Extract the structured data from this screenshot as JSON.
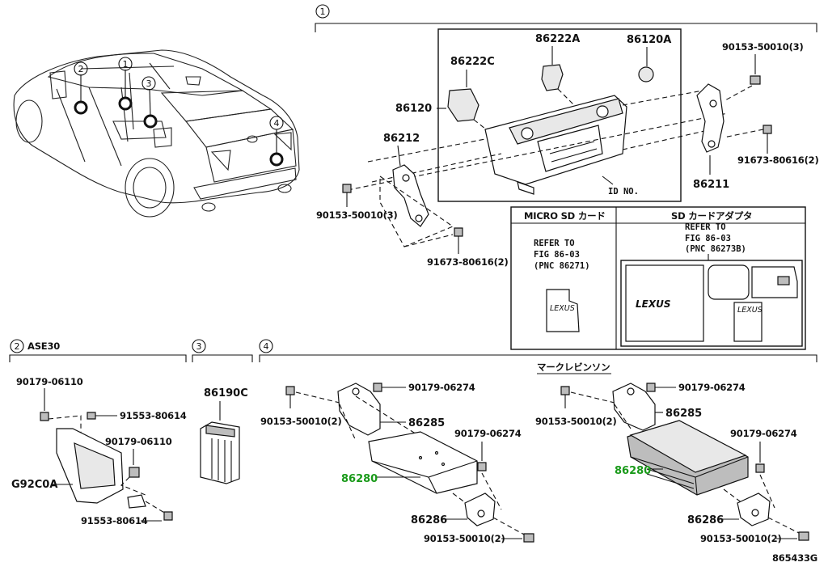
{
  "callouts": {
    "c1": "1",
    "c2": "2",
    "c3": "3",
    "c4": "4"
  },
  "car_markers": [
    "2",
    "1",
    "3",
    "4"
  ],
  "section1": {
    "parts": {
      "p86222A": "86222A",
      "p86120A": "86120A",
      "p86222C": "86222C",
      "p86120": "86120",
      "p86212": "86212",
      "p86211": "86211",
      "bolt_top": "90153-50010(3)",
      "screw_right": "91673-80616(2)",
      "bolt_left": "90153-50010(3)",
      "screw_bottom": "91673-80616(2)",
      "id_no": "ID NO."
    },
    "table": {
      "col1_header": "MICRO SD カード",
      "col2_header": "SD カードアダプタ",
      "col1_refer": [
        "REFER TO",
        "FIG 86-03",
        "(PNC 86271)"
      ],
      "col2_refer": [
        "REFER TO",
        "FIG 86-03",
        "(PNC 86273B)"
      ],
      "brand": "LEXUS",
      "brand_small": "LEXUS"
    }
  },
  "section2": {
    "num": "2",
    "title": "ASE30",
    "parts": {
      "p1": "90179-06110",
      "p2": "91553-80614",
      "p3": "90179-06110",
      "p4": "G92C0A",
      "p5": "91553-80614"
    }
  },
  "section3": {
    "num": "3",
    "parts": {
      "p1": "86190C"
    }
  },
  "section4": {
    "num": "4",
    "subtitle": "マークレビンソン",
    "left": {
      "nut_top": "90179-06274",
      "bolt": "90153-50010(2)",
      "bracket": "86285",
      "nut_right": "90179-06274",
      "amp": "86280",
      "bracket_low": "86286",
      "bolt_low": "90153-50010(2)"
    },
    "right": {
      "nut_top": "90179-06274",
      "bolt": "90153-50010(2)",
      "bracket": "86285",
      "nut_right": "90179-06274",
      "amp": "86280",
      "bracket_low": "86286",
      "bolt_low": "90153-50010(2)"
    }
  },
  "figure_id": "865433G",
  "colors": {
    "highlight": "#1a9a1a",
    "ink": "#111111"
  }
}
